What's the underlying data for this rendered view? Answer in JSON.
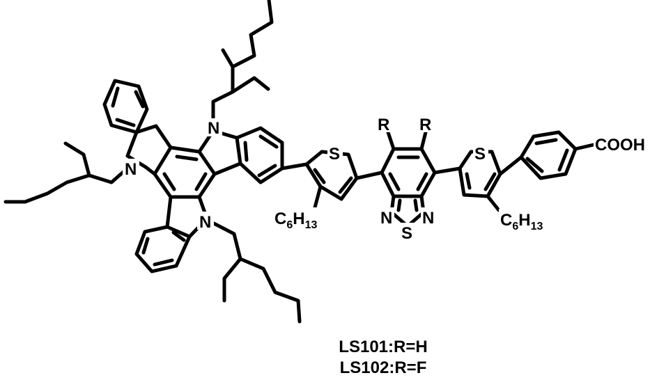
{
  "atoms": {
    "n_top": "N",
    "n_left": "N",
    "n_bottom": "N",
    "s_thiophene_1": "S",
    "s_thiophene_2": "S",
    "r_left": "R",
    "r_right": "R",
    "n_thiadiazole_left": "N",
    "n_thiadiazole_right": "N",
    "s_thiadiazole": "S",
    "cooh": "COOH"
  },
  "hexyl_1": {
    "c": "C",
    "c_sub": "6",
    "h": "H",
    "h_sub": "13"
  },
  "hexyl_2": {
    "c": "C",
    "c_sub": "6",
    "h": "H",
    "h_sub": "13"
  },
  "captions": [
    "LS101:R=H",
    "LS102:R=F"
  ]
}
